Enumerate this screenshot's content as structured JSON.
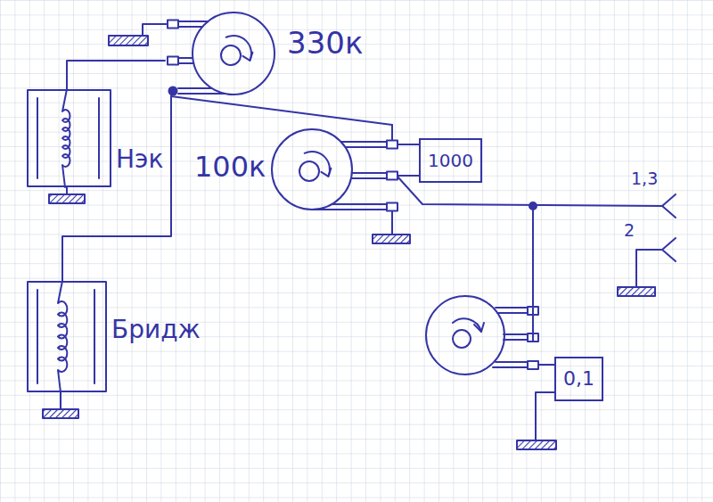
{
  "diagram": {
    "nodes": [
      {
        "text": [
          "330к"
        ]
      },
      {
        "text": [
          "Нэк"
        ]
      },
      {
        "text": [
          "100к"
        ]
      },
      {
        "text": [
          "1000"
        ]
      },
      {
        "text": [
          "Бридж"
        ]
      },
      {
        "text": [
          "0,1"
        ]
      }
    ],
    "edges": [
      {
        "from": 1,
        "to": 0,
        "arrow": "none"
      },
      {
        "from": 0,
        "to": 4,
        "arrow": "none"
      },
      {
        "from": 0,
        "to": 2,
        "arrow": "none"
      },
      {
        "from": 2,
        "to": 3,
        "arrow": "none"
      }
    ],
    "labels": [
      "1,3",
      "2"
    ]
  }
}
